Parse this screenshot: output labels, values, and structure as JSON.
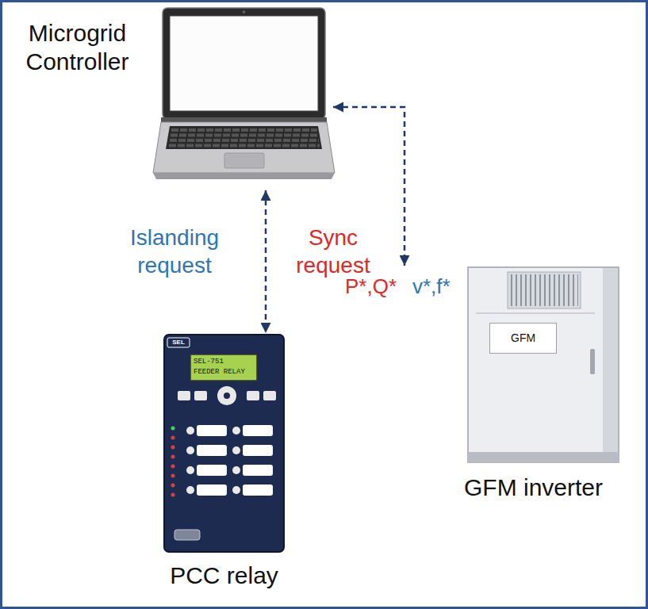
{
  "diagram": {
    "nodes": [
      {
        "text": [
          "Microgrid Controller"
        ]
      },
      {
        "text": [
          "PCC relay"
        ]
      },
      {
        "text": [
          "GFM",
          "GFM inverter"
        ]
      }
    ],
    "edges": [
      {
        "from": 0,
        "to": 1,
        "arrow": "both"
      },
      {
        "from": 0,
        "to": 2,
        "arrow": "both"
      }
    ],
    "labels": [
      "Islanding request",
      "Sync request",
      "P*,Q*",
      "v*,f*",
      "SEL",
      "SEL-751",
      "FEEDER RELAY"
    ]
  }
}
